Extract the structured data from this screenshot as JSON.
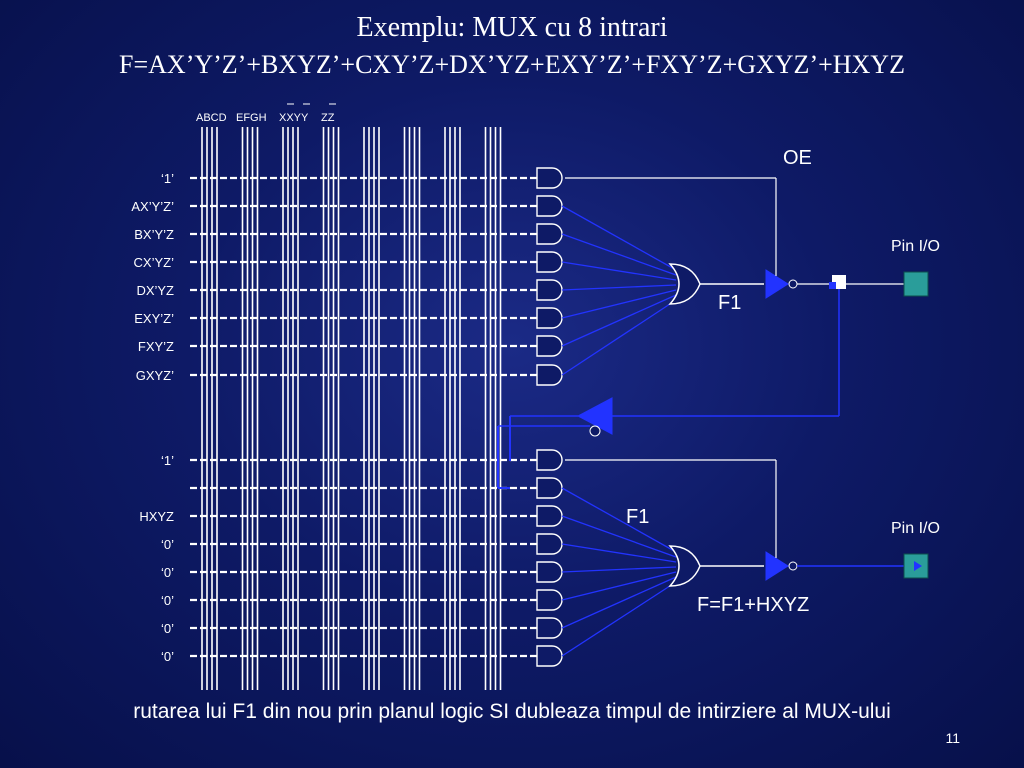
{
  "slide": {
    "title": "Exemplu: MUX cu 8 intrari",
    "subtitle": "F=AX’Y’Z’+BXYZ’+CXY’Z+DX’YZ+EXY’Z’+FXY’Z+GXYZ’+HXYZ",
    "footer": "rutarea lui F1 din nou prin planul logic SI dubleaza timpul de intirziere al MUX-ului",
    "page_number": "11"
  },
  "diagram": {
    "column_header": {
      "group1": "ABCD",
      "group2": "EFGH",
      "group3": "XXYY",
      "group4": "ZZ"
    },
    "top_block": {
      "row_labels": [
        "‘1’",
        "AX’Y’Z’",
        "BX’Y’Z",
        "CX’YZ’",
        "DX’YZ",
        "EXY’Z’",
        "FXY’Z",
        "GXYZ’"
      ],
      "oe_label": "OE",
      "output_label": "F1",
      "pin_label": "Pin I/O"
    },
    "bottom_block": {
      "row_labels": [
        "‘1’",
        "",
        "HXYZ",
        "‘0’",
        "‘0’",
        "‘0’",
        "‘0’",
        "‘0’"
      ],
      "feedback_label": "F1",
      "output_label": "F=F1+HXYZ",
      "pin_label": "Pin I/O"
    }
  },
  "colors": {
    "background": "#0e1a66",
    "wire": "#ffffff",
    "signal": "#2233ff",
    "pin": "#2a9d9a"
  }
}
